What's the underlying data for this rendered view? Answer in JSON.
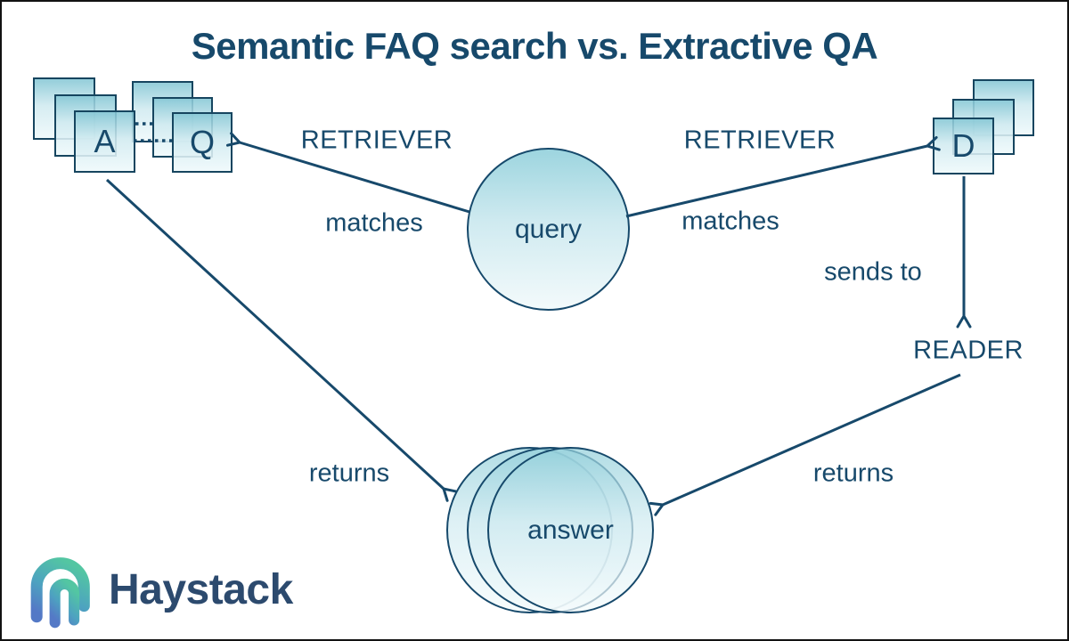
{
  "title": "Semantic FAQ search vs. Extractive QA",
  "nodes": {
    "query": "query",
    "answer": "answer"
  },
  "stacks": {
    "answers_letter": "A",
    "questions_letter": "Q",
    "documents_letter": "D"
  },
  "labels": {
    "retriever_left": "RETRIEVER",
    "matches_left": "matches",
    "retriever_right": "RETRIEVER",
    "matches_right": "matches",
    "sends_to": "sends to",
    "reader": "READER",
    "returns_left": "returns",
    "returns_right": "returns"
  },
  "logo": {
    "wordmark": "Haystack"
  },
  "colors": {
    "ink": "#17496b",
    "card_border": "#16455f",
    "card_gradient_top": "#86c7d5",
    "card_gradient_bottom": "#eef9fb",
    "logo_teal": "#53c6a2",
    "logo_mid": "#4da3c0",
    "logo_blue": "#5479c6",
    "wordmark_color": "#2c4a6e"
  }
}
